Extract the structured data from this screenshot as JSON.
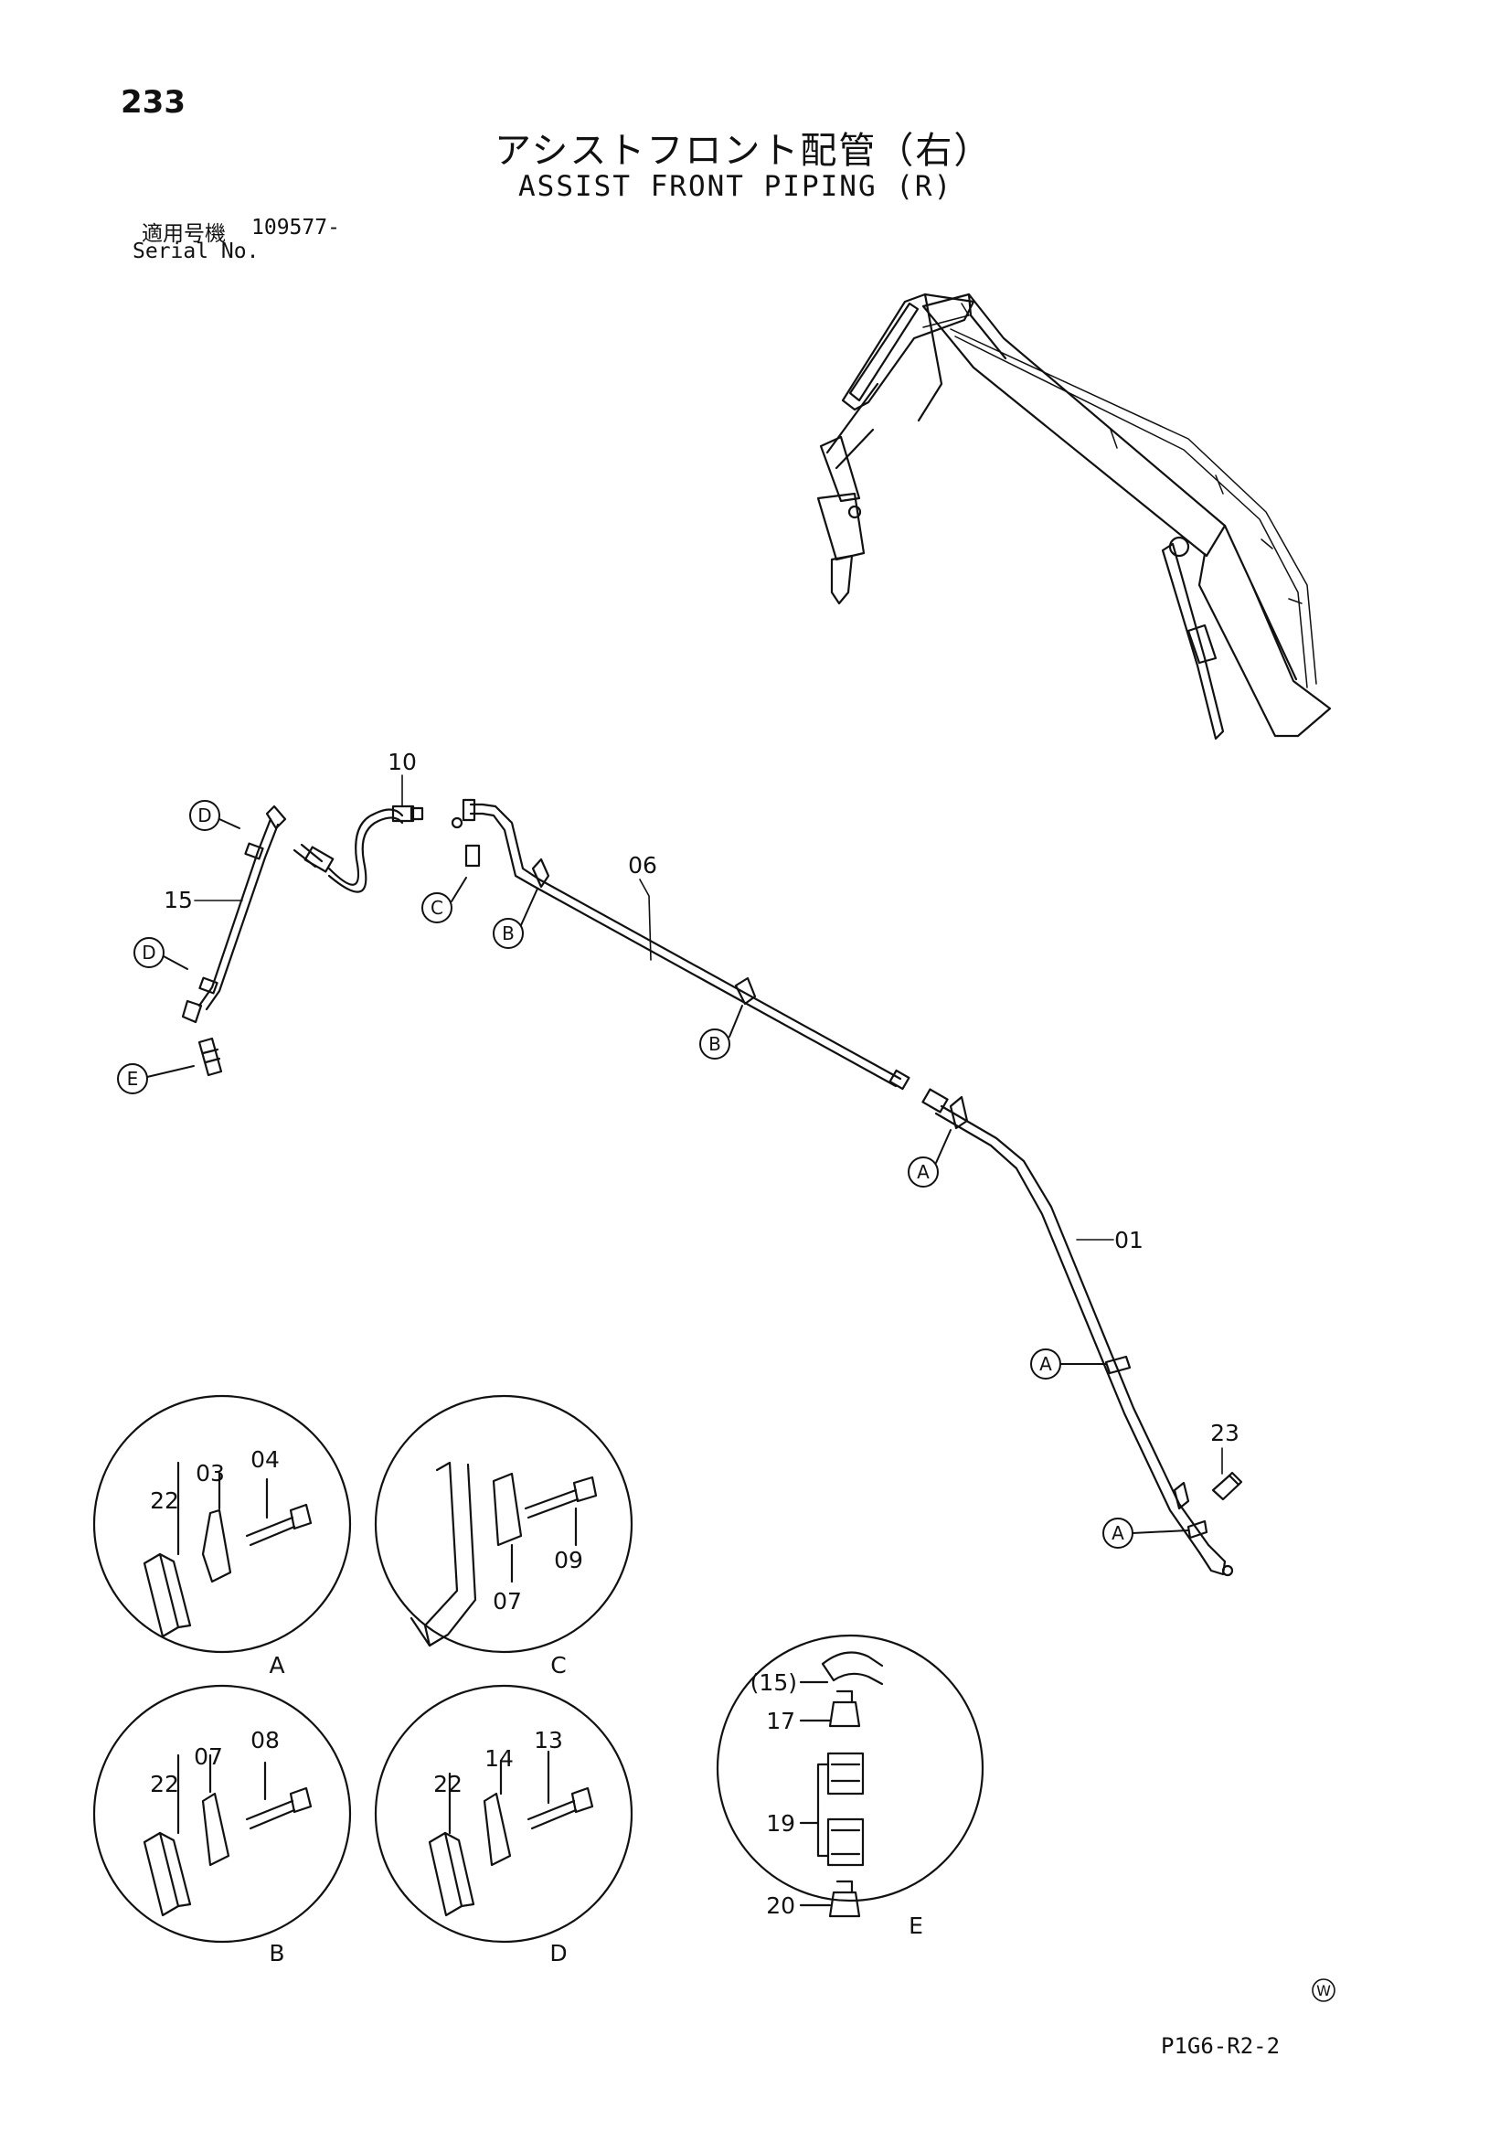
{
  "header": {
    "page_number": "233",
    "title_jp": "アシストフロント配管（右）",
    "title_en": "ASSIST FRONT PIPING (R)",
    "serial_label_jp": "適用号機",
    "serial_number": "109577-",
    "serial_label_en": "Serial No."
  },
  "part_labels": {
    "p01": "01",
    "p06": "06",
    "p10": "10",
    "p15": "15",
    "p23": "23",
    "p03": "03",
    "p04": "04",
    "p07": "07",
    "p08": "08",
    "p09": "09",
    "p13": "13",
    "p14": "14",
    "p17": "17",
    "p19": "19",
    "p20": "20",
    "p22": "22",
    "p15_ref": "(15)"
  },
  "callouts": {
    "a": "A",
    "b": "B",
    "c": "C",
    "d": "D",
    "e": "E"
  },
  "detail_views": {
    "a": "A",
    "b": "B",
    "c": "C",
    "d": "D",
    "e": "E"
  },
  "footer": {
    "symbol": "W",
    "drawing_code": "P1G6-R2-2"
  }
}
